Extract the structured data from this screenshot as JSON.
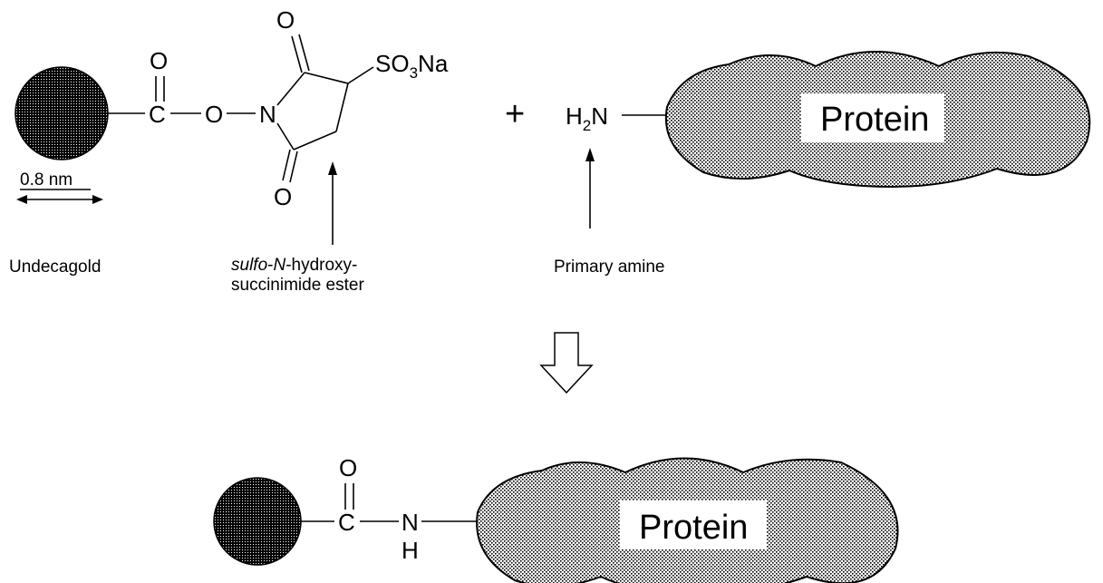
{
  "reactants": {
    "gold": {
      "scale_label": "0.8 nm",
      "name_label": "Undecagold"
    },
    "ester": {
      "atoms": {
        "carbonyl_o": "O",
        "carbonyl_c": "C",
        "ester_o": "O",
        "ring_n": "N",
        "ring_o_top": "O",
        "ring_o_bottom": "O",
        "sulfonate": "SO",
        "sulfonate_sub": "3",
        "sulfonate_tail": "Na"
      },
      "label_italic_1": "sulfo",
      "label_dash": "-",
      "label_italic_2": "N",
      "label_rest": "-hydroxy-",
      "label_line2": "succinimide ester"
    },
    "plus": "+",
    "amine": {
      "h": "H",
      "sub": "2",
      "n": "N",
      "label": "Primary amine"
    },
    "protein_label": "Protein"
  },
  "product": {
    "atoms": {
      "carbonyl_o": "O",
      "carbonyl_c": "C",
      "amide_n": "N",
      "amide_h": "H"
    },
    "protein_label": "Protein"
  },
  "colors": {
    "gold_fill": "#000000",
    "protein_fill": "#d8d8d8",
    "stroke": "#000000"
  }
}
